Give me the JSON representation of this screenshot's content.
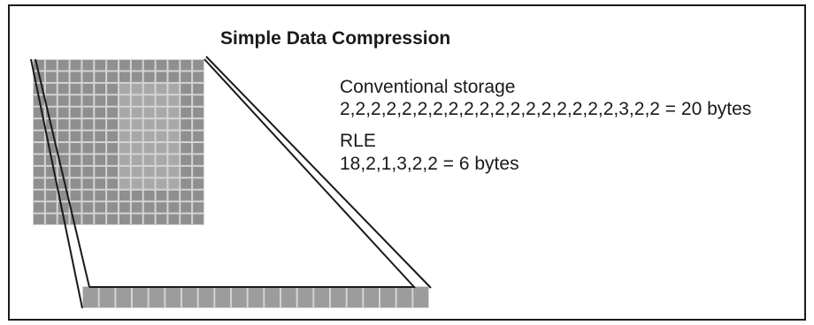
{
  "title": "Simple Data Compression",
  "conventional": {
    "label": "Conventional storage",
    "sequence": "2,2,2,2,2,2,2,2,2,2,2,2,2,2,2,2,2,2,3,2,2 = 20 bytes"
  },
  "rle": {
    "label": "RLE",
    "sequence": "18,2,1,3,2,2 = 6 bytes"
  },
  "grid": {
    "rows": 14,
    "cols": 14
  },
  "strip": {
    "cells": 21
  },
  "colors": {
    "cell_fill": "#8f8f8f",
    "cell_light": "#a8a8a8",
    "grid_line": "#d4d4d4",
    "strip_fill": "#9c9c9c",
    "line": "#1a1a1a"
  }
}
